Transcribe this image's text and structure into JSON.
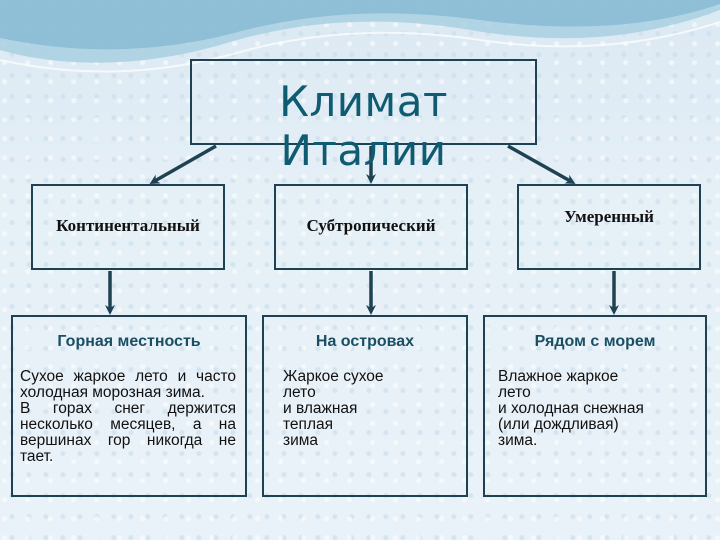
{
  "title": "Климат Италии",
  "climate_types": [
    {
      "label": "Континентальный"
    },
    {
      "label": "Субтропический"
    },
    {
      "label": "Умеренный"
    }
  ],
  "regions": [
    {
      "heading": "Горная местность",
      "text": "Сухое жаркое лето и часто холодная морозная зима.\nВ горах снег держится несколько месяцев, а на вершинах гор никогда не тает."
    },
    {
      "heading": "На островах",
      "text": "Жаркое сухое\nлето\n и влажная\nтеплая\nзима"
    },
    {
      "heading": "Рядом с морем",
      "text": "Влажное жаркое\nлето\nи холодная снежная\n(или дождливая)\nзима."
    }
  ],
  "colors": {
    "border": "#1f4252",
    "title_text": "#0f5b71",
    "heading_text": "#1a4f63",
    "background": "#e3eef6",
    "wave": "#9cc7dc"
  }
}
